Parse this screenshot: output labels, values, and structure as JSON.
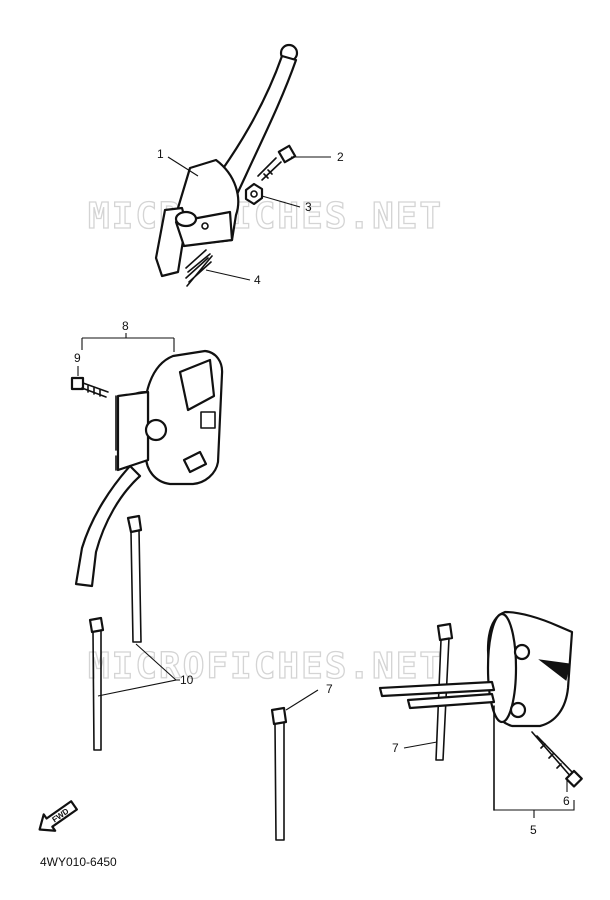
{
  "watermark": "MICROFICHES.NET",
  "drawing_code": "4WY010-6450",
  "fwd_label": "FWD",
  "callouts": {
    "c1": "1",
    "c2": "2",
    "c3": "3",
    "c4": "4",
    "c5": "5",
    "c6": "6",
    "c7a": "7",
    "c7b": "7",
    "c8": "8",
    "c9": "9",
    "c10": "10"
  },
  "colors": {
    "ink": "#111111",
    "watermark": "#d4d4d4",
    "background": "#ffffff"
  }
}
